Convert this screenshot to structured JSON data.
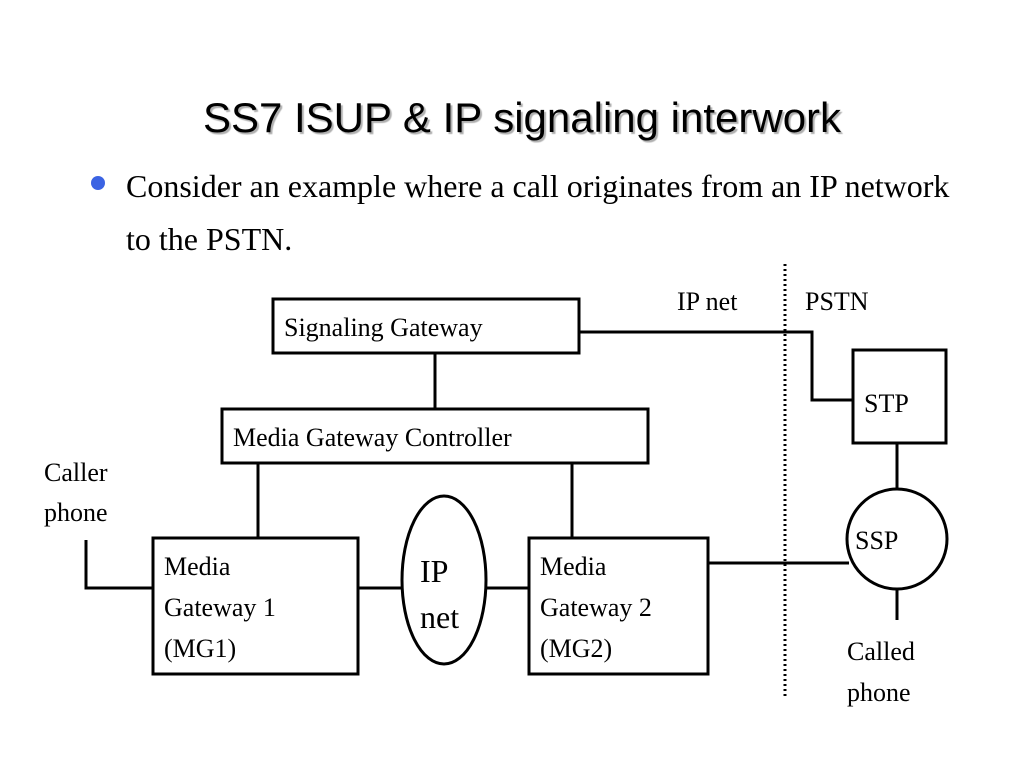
{
  "slide": {
    "title": "SS7 ISUP & IP signaling interwork",
    "bullet": "Consider an example where a call originates from an IP network to the PSTN."
  },
  "diagram": {
    "zones": {
      "ip": "IP net",
      "pstn": "PSTN"
    },
    "signaling_gateway": "Signaling Gateway",
    "mgc": "Media Gateway Controller",
    "caller": [
      "Caller",
      "phone"
    ],
    "mg1": [
      "Media",
      "Gateway 1",
      "(MG1)"
    ],
    "ip_net": [
      "IP",
      "net"
    ],
    "mg2": [
      "Media",
      "Gateway 2",
      "(MG2)"
    ],
    "stp": "STP",
    "ssp": "SSP",
    "called": [
      "Called",
      "phone"
    ]
  }
}
